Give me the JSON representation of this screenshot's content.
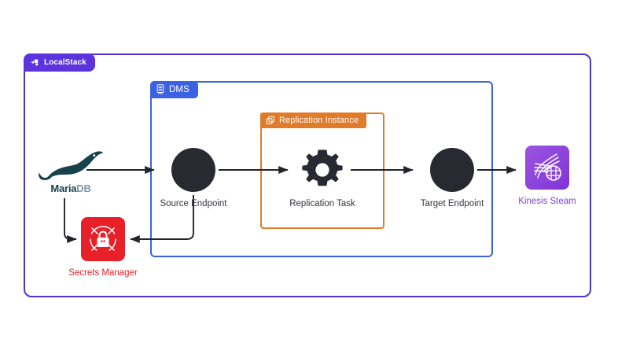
{
  "diagram": {
    "title": "LocalStack DMS MariaDB to Kinesis architecture",
    "background": "#ffffff"
  },
  "containers": [
    {
      "id": "localstack",
      "label": "LocalStack",
      "icon": "localstack-logo-icon",
      "border_color": "#4f33d1",
      "badge_color": "#5b34dd"
    },
    {
      "id": "dms",
      "label": "DMS",
      "icon": "database-server-icon",
      "border_color": "#3c62e3",
      "badge_color": "#3c62e3"
    },
    {
      "id": "replication-instance",
      "label": "Replication Instance",
      "icon": "copy-layers-icon",
      "border_color": "#e07b2a",
      "badge_color": "#e07b2a"
    }
  ],
  "nodes": [
    {
      "id": "mariadb",
      "label": "MariaDB",
      "label_primary": "Maria",
      "label_secondary": "DB",
      "icon": "mariadb-seal-logo-icon",
      "label_color": "#1f3a4d"
    },
    {
      "id": "source-endpoint",
      "label": "Source Endpoint",
      "icon": "filled-circle-icon",
      "label_color": "#32353c"
    },
    {
      "id": "replication-task",
      "label": "Replication Task",
      "icon": "gear-icon",
      "label_color": "#32353c"
    },
    {
      "id": "target-endpoint",
      "label": "Target Endpoint",
      "icon": "filled-circle-icon",
      "label_color": "#32353c"
    },
    {
      "id": "kinesis-stream",
      "label": "Kinesis Steam",
      "icon": "kinesis-stream-icon",
      "label_color": "#7b41d6",
      "tile_color": "#8133d8"
    },
    {
      "id": "secrets-manager",
      "label": "Secrets Manager",
      "icon": "padlock-shield-icon",
      "label_color": "#e8202a",
      "tile_color": "#e8202a"
    }
  ],
  "connections": [
    {
      "id": "mariadb-to-source-endpoint",
      "from": "mariadb",
      "to": "source-endpoint",
      "style": "arrow"
    },
    {
      "id": "source-endpoint-to-replication-task",
      "from": "source-endpoint",
      "to": "replication-task",
      "style": "arrow"
    },
    {
      "id": "replication-task-to-target-endpoint",
      "from": "replication-task",
      "to": "target-endpoint",
      "style": "arrow"
    },
    {
      "id": "target-endpoint-to-kinesis",
      "from": "target-endpoint",
      "to": "kinesis-stream",
      "style": "arrow"
    },
    {
      "id": "mariadb-to-secrets-manager",
      "from": "mariadb",
      "to": "secrets-manager",
      "style": "elbow-arrow"
    },
    {
      "id": "source-endpoint-to-secrets-manager",
      "from": "source-endpoint",
      "to": "secrets-manager",
      "style": "elbow-arrow"
    }
  ],
  "colors": {
    "localstack_purple": "#5b34dd",
    "dms_blue": "#3c62e3",
    "replication_orange": "#e07b2a",
    "secrets_red": "#e8202a",
    "kinesis_purple": "#8133d8",
    "node_dark": "#292a31",
    "connector": "#22242b"
  }
}
